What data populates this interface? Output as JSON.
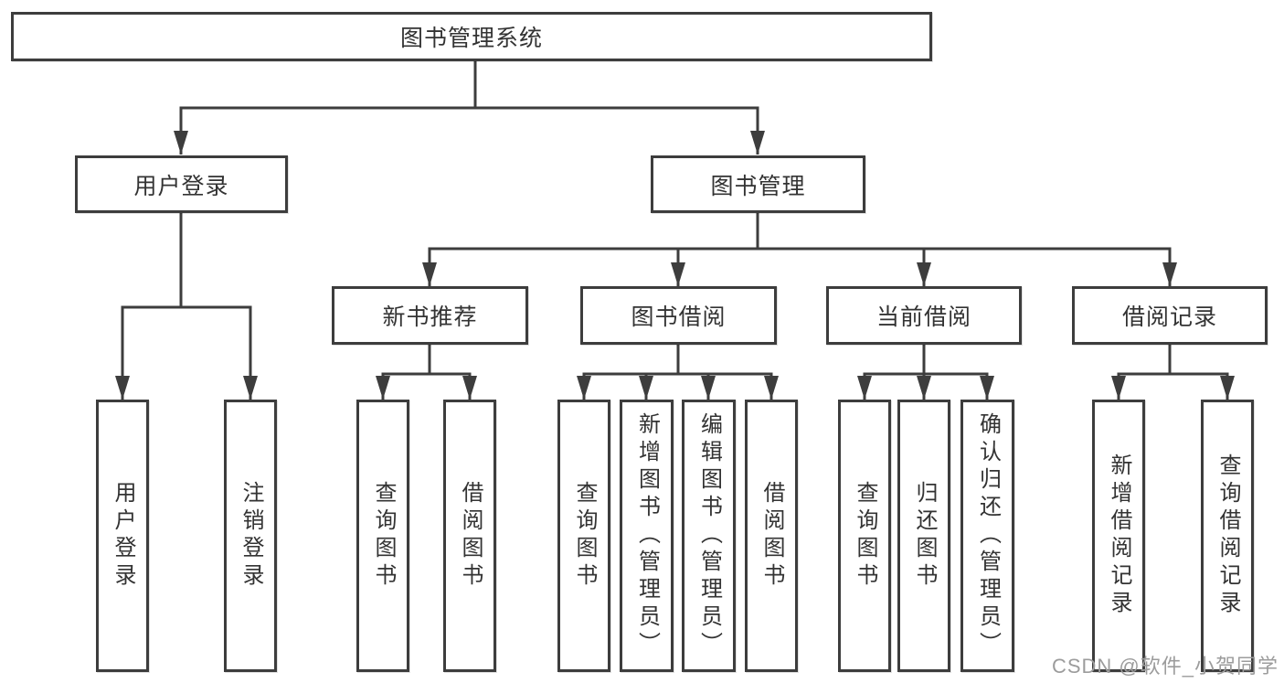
{
  "tree": {
    "root": {
      "label": "图书管理系统",
      "children": [
        {
          "label": "用户登录",
          "children": [
            {
              "label": "用户登录"
            },
            {
              "label": "注销登录"
            }
          ]
        },
        {
          "label": "图书管理",
          "children": [
            {
              "label": "新书推荐",
              "children": [
                {
                  "label": "查询图书"
                },
                {
                  "label": "借阅图书"
                }
              ]
            },
            {
              "label": "图书借阅",
              "children": [
                {
                  "label": "查询图书"
                },
                {
                  "label": "新增图书（管理员）"
                },
                {
                  "label": "编辑图书（管理员）"
                },
                {
                  "label": "借阅图书"
                }
              ]
            },
            {
              "label": "当前借阅",
              "children": [
                {
                  "label": "查询图书"
                },
                {
                  "label": "归还图书"
                },
                {
                  "label": "确认归还（管理员）"
                }
              ]
            },
            {
              "label": "借阅记录",
              "children": [
                {
                  "label": "新增借阅记录"
                },
                {
                  "label": "查询借阅记录"
                }
              ]
            }
          ]
        }
      ]
    }
  },
  "colors": {
    "line": "#3d3d3d",
    "text": "#333333",
    "watermark": "#9c9c9c",
    "background": "#ffffff"
  },
  "watermark": "CSDN @软件_小贺同学"
}
